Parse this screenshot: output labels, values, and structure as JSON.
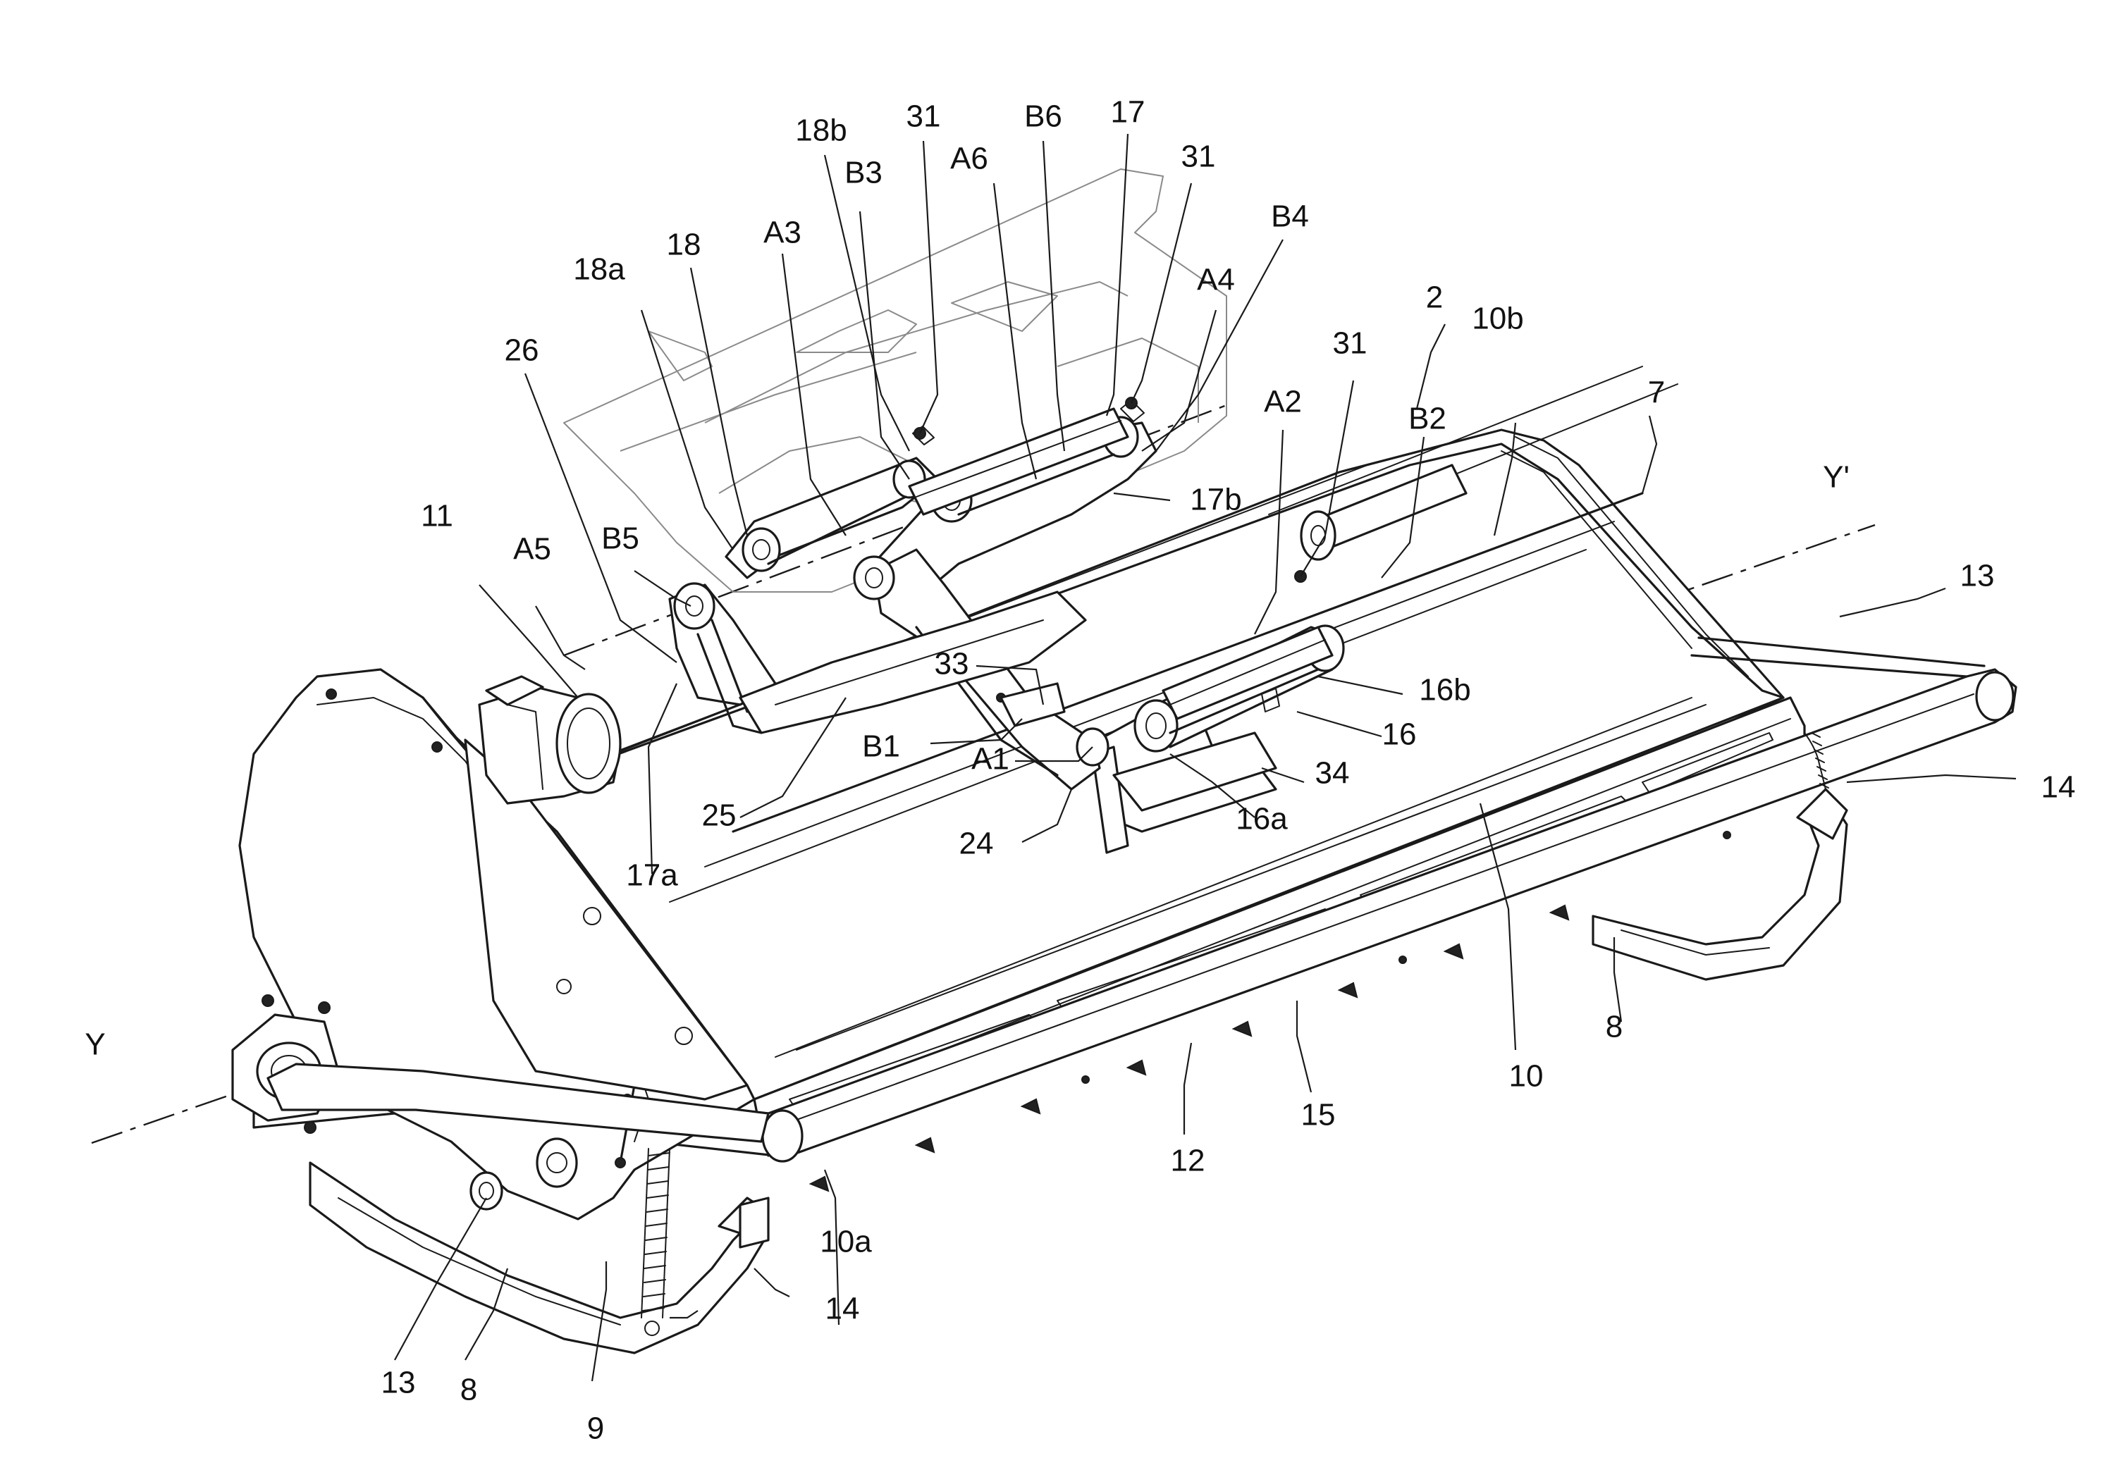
{
  "figure": {
    "labels": [
      {
        "id": "2",
        "text": "2"
      },
      {
        "id": "7",
        "text": "7"
      },
      {
        "id": "8a",
        "text": "8"
      },
      {
        "id": "8b",
        "text": "8"
      },
      {
        "id": "9",
        "text": "9"
      },
      {
        "id": "10",
        "text": "10"
      },
      {
        "id": "10a",
        "text": "10a"
      },
      {
        "id": "10b",
        "text": "10b"
      },
      {
        "id": "11",
        "text": "11"
      },
      {
        "id": "12",
        "text": "12"
      },
      {
        "id": "13a",
        "text": "13"
      },
      {
        "id": "13b",
        "text": "13"
      },
      {
        "id": "14a",
        "text": "14"
      },
      {
        "id": "14b",
        "text": "14"
      },
      {
        "id": "15",
        "text": "15"
      },
      {
        "id": "16",
        "text": "16"
      },
      {
        "id": "16a",
        "text": "16a"
      },
      {
        "id": "16b",
        "text": "16b"
      },
      {
        "id": "17",
        "text": "17"
      },
      {
        "id": "17a",
        "text": "17a"
      },
      {
        "id": "17b",
        "text": "17b"
      },
      {
        "id": "18",
        "text": "18"
      },
      {
        "id": "18a",
        "text": "18a"
      },
      {
        "id": "18b",
        "text": "18b"
      },
      {
        "id": "24",
        "text": "24"
      },
      {
        "id": "25",
        "text": "25"
      },
      {
        "id": "26",
        "text": "26"
      },
      {
        "id": "31a",
        "text": "31"
      },
      {
        "id": "31b",
        "text": "31"
      },
      {
        "id": "31c",
        "text": "31"
      },
      {
        "id": "33",
        "text": "33"
      },
      {
        "id": "34",
        "text": "34"
      },
      {
        "id": "A1",
        "text": "A1"
      },
      {
        "id": "A2",
        "text": "A2"
      },
      {
        "id": "A3",
        "text": "A3"
      },
      {
        "id": "A4",
        "text": "A4"
      },
      {
        "id": "A5",
        "text": "A5"
      },
      {
        "id": "A6",
        "text": "A6"
      },
      {
        "id": "B1",
        "text": "B1"
      },
      {
        "id": "B2",
        "text": "B2"
      },
      {
        "id": "B3",
        "text": "B3"
      },
      {
        "id": "B4",
        "text": "B4"
      },
      {
        "id": "B5",
        "text": "B5"
      },
      {
        "id": "B6",
        "text": "B6"
      },
      {
        "id": "Y",
        "text": "Y"
      },
      {
        "id": "Yp",
        "text": "Y'"
      }
    ]
  }
}
